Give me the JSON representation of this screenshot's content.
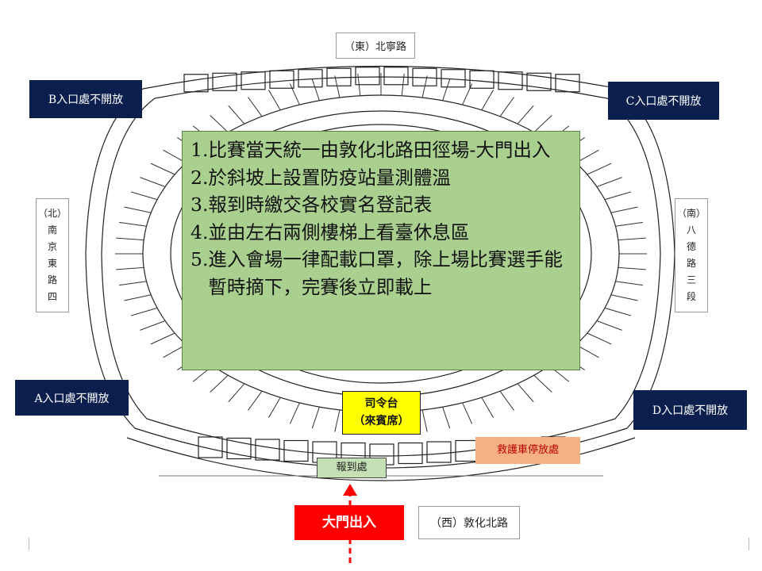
{
  "streets": {
    "east": "（東）北寧路",
    "north": [
      "（北）",
      "南",
      "京",
      "東",
      "路",
      "四"
    ],
    "south": [
      "（南）",
      "八",
      "德",
      "路",
      "三",
      "段"
    ],
    "west": "（西）敦化北路"
  },
  "gates": {
    "b": "B入口處不開放",
    "c": "C入口處不開放",
    "a": "A入口處不開放",
    "d": "D入口處不開放"
  },
  "notice": {
    "items": [
      {
        "num": "1.",
        "text": "比賽當天統一由敦化北路田徑場-大門出入"
      },
      {
        "num": "2.",
        "text": "於斜坡上設置防疫站量測體溫"
      },
      {
        "num": "3.",
        "text": "報到時繳交各校實名登記表"
      },
      {
        "num": "4.",
        "text": "並由左右兩側樓梯上看臺休息區"
      },
      {
        "num": "5.",
        "text": "進入會場一律配載口罩，除上場比賽選手能暫時摘下，完賽後立即載上"
      }
    ]
  },
  "podium": {
    "line1": "司令台",
    "line2": "（來賓席）"
  },
  "checkin": "報到處",
  "ambulance": "救護車停放處",
  "entrance": "大門出入",
  "colors": {
    "gate_bg": "#0b1f4f",
    "notice_bg": "#a9d08e",
    "podium_bg": "#ffff00",
    "checkin_bg": "#c5e0b4",
    "ambulance_bg": "#f4b183",
    "ambulance_text": "#c00000",
    "entrance_bg": "#ff0000",
    "arrow": "#ff0000"
  }
}
